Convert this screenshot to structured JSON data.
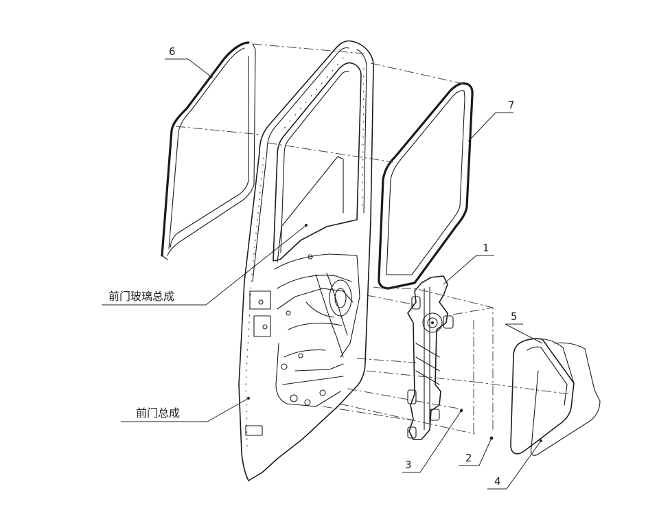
{
  "callouts": {
    "c1": "1",
    "c2": "2",
    "c3": "3",
    "c4": "4",
    "c5": "5",
    "c6": "6",
    "c7": "7",
    "front_door_glass_assembly": "前门玻璃总成",
    "front_door_assembly": "前门总成"
  },
  "colors": {
    "line": "#1a1a1a",
    "background": "#ffffff"
  }
}
